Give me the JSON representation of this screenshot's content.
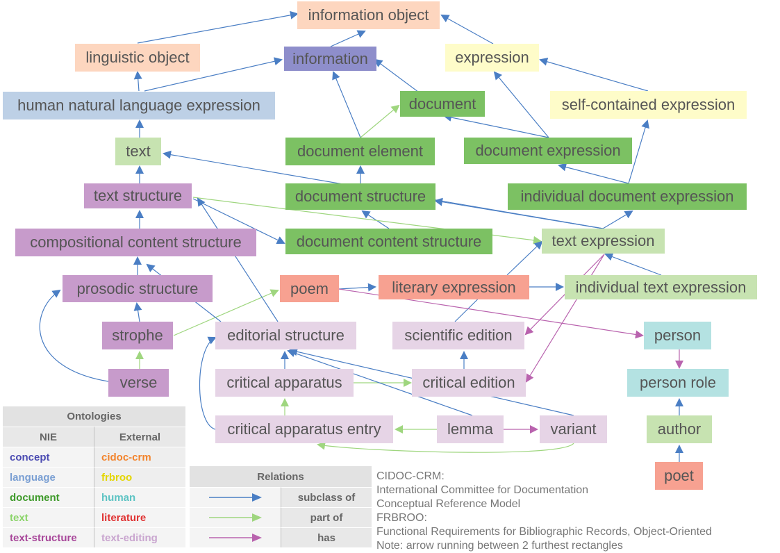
{
  "nodes": {
    "information_object": {
      "label": "information object",
      "fill": "#fdd6bf"
    },
    "linguistic_object": {
      "label": "linguistic object",
      "fill": "#fdd6bf"
    },
    "information": {
      "label": "information",
      "fill": "#8e8ecb"
    },
    "expression": {
      "label": "expression",
      "fill": "#fefcc9"
    },
    "human_natural_language_expression": {
      "label": "human natural language expression",
      "fill": "#bdd0e6"
    },
    "document": {
      "label": "document",
      "fill": "#7cc163"
    },
    "self_contained_expression": {
      "label": "self-contained expression",
      "fill": "#fefcc9"
    },
    "text": {
      "label": "text",
      "fill": "#c7e3b1"
    },
    "document_element": {
      "label": "document element",
      "fill": "#7cc163"
    },
    "document_expression": {
      "label": "document expression",
      "fill": "#7cc163"
    },
    "text_structure": {
      "label": "text structure",
      "fill": "#c79bcb"
    },
    "document_structure": {
      "label": "document structure",
      "fill": "#7cc163"
    },
    "individual_document_expression": {
      "label": "individual document expression",
      "fill": "#7cc163"
    },
    "compositional_content_structure": {
      "label": "compositional content structure",
      "fill": "#c79bcb"
    },
    "document_content_structure": {
      "label": "document content structure",
      "fill": "#7cc163"
    },
    "text_expression": {
      "label": "text expression",
      "fill": "#c7e3b1"
    },
    "prosodic_structure": {
      "label": "prosodic structure",
      "fill": "#c79bcb"
    },
    "poem": {
      "label": "poem",
      "fill": "#f7a191"
    },
    "literary_expression": {
      "label": "literary expression",
      "fill": "#f7a191"
    },
    "individual_text_expression": {
      "label": "individual text expression",
      "fill": "#c7e3b1"
    },
    "strophe": {
      "label": "strophe",
      "fill": "#c79bcb"
    },
    "editorial_structure": {
      "label": "editorial structure",
      "fill": "#e6d4e6"
    },
    "scientific_edition": {
      "label": "scientific edition",
      "fill": "#e6d4e6"
    },
    "person": {
      "label": "person",
      "fill": "#b4e2e2"
    },
    "verse": {
      "label": "verse",
      "fill": "#c79bcb"
    },
    "critical_apparatus": {
      "label": "critical apparatus",
      "fill": "#e6d4e6"
    },
    "critical_edition": {
      "label": "critical edition",
      "fill": "#e6d4e6"
    },
    "person_role": {
      "label": "person role",
      "fill": "#b4e2e2"
    },
    "critical_apparatus_entry": {
      "label": "critical apparatus entry",
      "fill": "#e6d4e6"
    },
    "lemma": {
      "label": "lemma",
      "fill": "#e6d4e6"
    },
    "variant": {
      "label": "variant",
      "fill": "#e6d4e6"
    },
    "author": {
      "label": "author",
      "fill": "#c7e3b1"
    },
    "poet": {
      "label": "poet",
      "fill": "#f7a191"
    }
  },
  "relation_colors": {
    "subclass_of": "#4a7ec4",
    "part_of": "#9fd67f",
    "has": "#b963ae"
  },
  "ontologies": {
    "title": "Ontologies",
    "col1_header": "NIE",
    "col2_header": "External",
    "nie": [
      {
        "label": "concept",
        "color": "#4b4bb2"
      },
      {
        "label": "language",
        "color": "#7a9fd3"
      },
      {
        "label": "document",
        "color": "#3e9a2a"
      },
      {
        "label": "text",
        "color": "#8cd46b"
      },
      {
        "label": "text-structure",
        "color": "#a8479a"
      }
    ],
    "external": [
      {
        "label": "cidoc-crm",
        "color": "#f3832b"
      },
      {
        "label": "frbroo",
        "color": "#e4d600"
      },
      {
        "label": "human",
        "color": "#5cc3c3"
      },
      {
        "label": "literature",
        "color": "#e03232"
      },
      {
        "label": "text-editing",
        "color": "#c9a5cf"
      }
    ]
  },
  "relations": {
    "title": "Relations",
    "items": [
      {
        "label": "subclass of"
      },
      {
        "label": "part of"
      },
      {
        "label": "has"
      }
    ]
  },
  "notes": [
    "CIDOC-CRM:",
    "International Committee for Documentation",
    "Conceptual Reference Model",
    "FRBROO:",
    "Functional Requirements for Bibliographic Records, Object-Oriented",
    "Note: arrow running between 2 furthest rectangles"
  ]
}
